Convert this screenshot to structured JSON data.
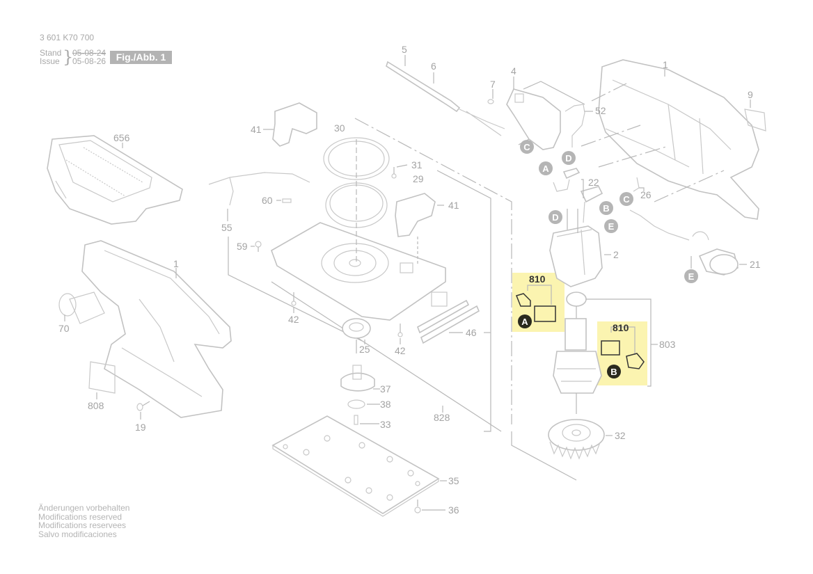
{
  "header": {
    "document_number": "3 601 K70 700",
    "stand_label": "Stand",
    "issue_label": "Issue",
    "stand_date": "05-08-24",
    "issue_date": "05-08-26",
    "figure_label": "Fig./Abb. 1"
  },
  "footer": {
    "lines": [
      "Änderungen vorbehalten",
      "Modifications reserved",
      "Modifications reservees",
      "Salvo modificaciones"
    ]
  },
  "colors": {
    "highlight": "#fbf4b0",
    "label_gray": "#a3a3a3",
    "figure_badge": "#b3b3b3",
    "marker_dark": "#2a2a1e"
  },
  "parts": {
    "p656": "656",
    "p1a": "1",
    "p70": "70",
    "p808": "808",
    "p19": "19",
    "p41a": "41",
    "p55": "55",
    "p60": "60",
    "p59": "59",
    "p30": "30",
    "p31": "31",
    "p29": "29",
    "p41b": "41",
    "p42a": "42",
    "p42b": "42",
    "p25": "25",
    "p46": "46",
    "p37": "37",
    "p38": "38",
    "p33": "33",
    "p828": "828",
    "p35": "35",
    "p36": "36",
    "p5": "5",
    "p6": "6",
    "p7": "7",
    "p4": "4",
    "p52": "52",
    "p1b": "1",
    "p9": "9",
    "p22": "22",
    "p26": "26",
    "p2": "2",
    "p21": "21",
    "p803": "803",
    "p32": "32",
    "p810a": "810",
    "p810b": "810"
  },
  "connectors": {
    "c1": "C",
    "d1": "D",
    "a1": "A",
    "b1": "B",
    "d2": "D",
    "e1": "E",
    "c2": "C",
    "e2": "E",
    "a_hl": "A",
    "b_hl": "B"
  }
}
